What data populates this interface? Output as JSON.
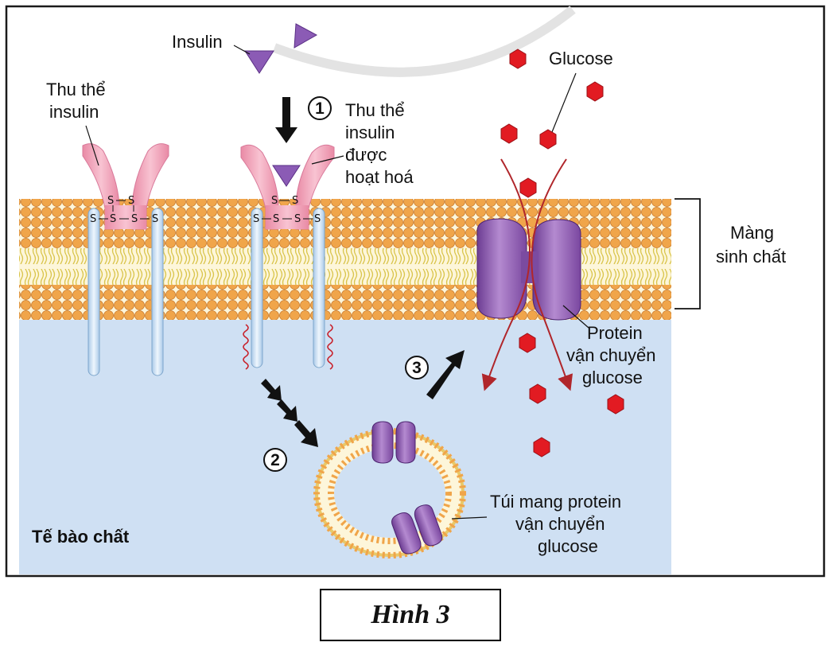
{
  "labels": {
    "insulin": "Insulin",
    "receptor_l1": "Thu thể",
    "receptor_l2": "insulin",
    "active_l1": "Thu thể",
    "active_l2": "insulin",
    "active_l3": "được",
    "active_l4": "hoạt hoá",
    "glucose": "Glucose",
    "membrane_l1": "Màng",
    "membrane_l2": "sinh chất",
    "transporter_l1": "Protein",
    "transporter_l2": "vận chuyển",
    "transporter_l3": "glucose",
    "vesicle_l1": "Túi mang protein",
    "vesicle_l2": "vận chuyển",
    "vesicle_l3": "glucose",
    "cytoplasm": "Tế bào chất"
  },
  "steps": [
    "1",
    "2",
    "3"
  ],
  "disulfide": {
    "s": "S"
  },
  "caption": "Hình 3",
  "colors": {
    "cytoplasm": "#cfe0f3",
    "lipid_head": "#f0a54a",
    "lipid_tail": "#e6d35a",
    "receptor": "#f2a6bb",
    "insulin": "#8b5bb5",
    "transporter": "#9b64b8",
    "glucose": "#e21b22",
    "arrow_red": "#b0262b",
    "helix_red": "#c8202a"
  }
}
